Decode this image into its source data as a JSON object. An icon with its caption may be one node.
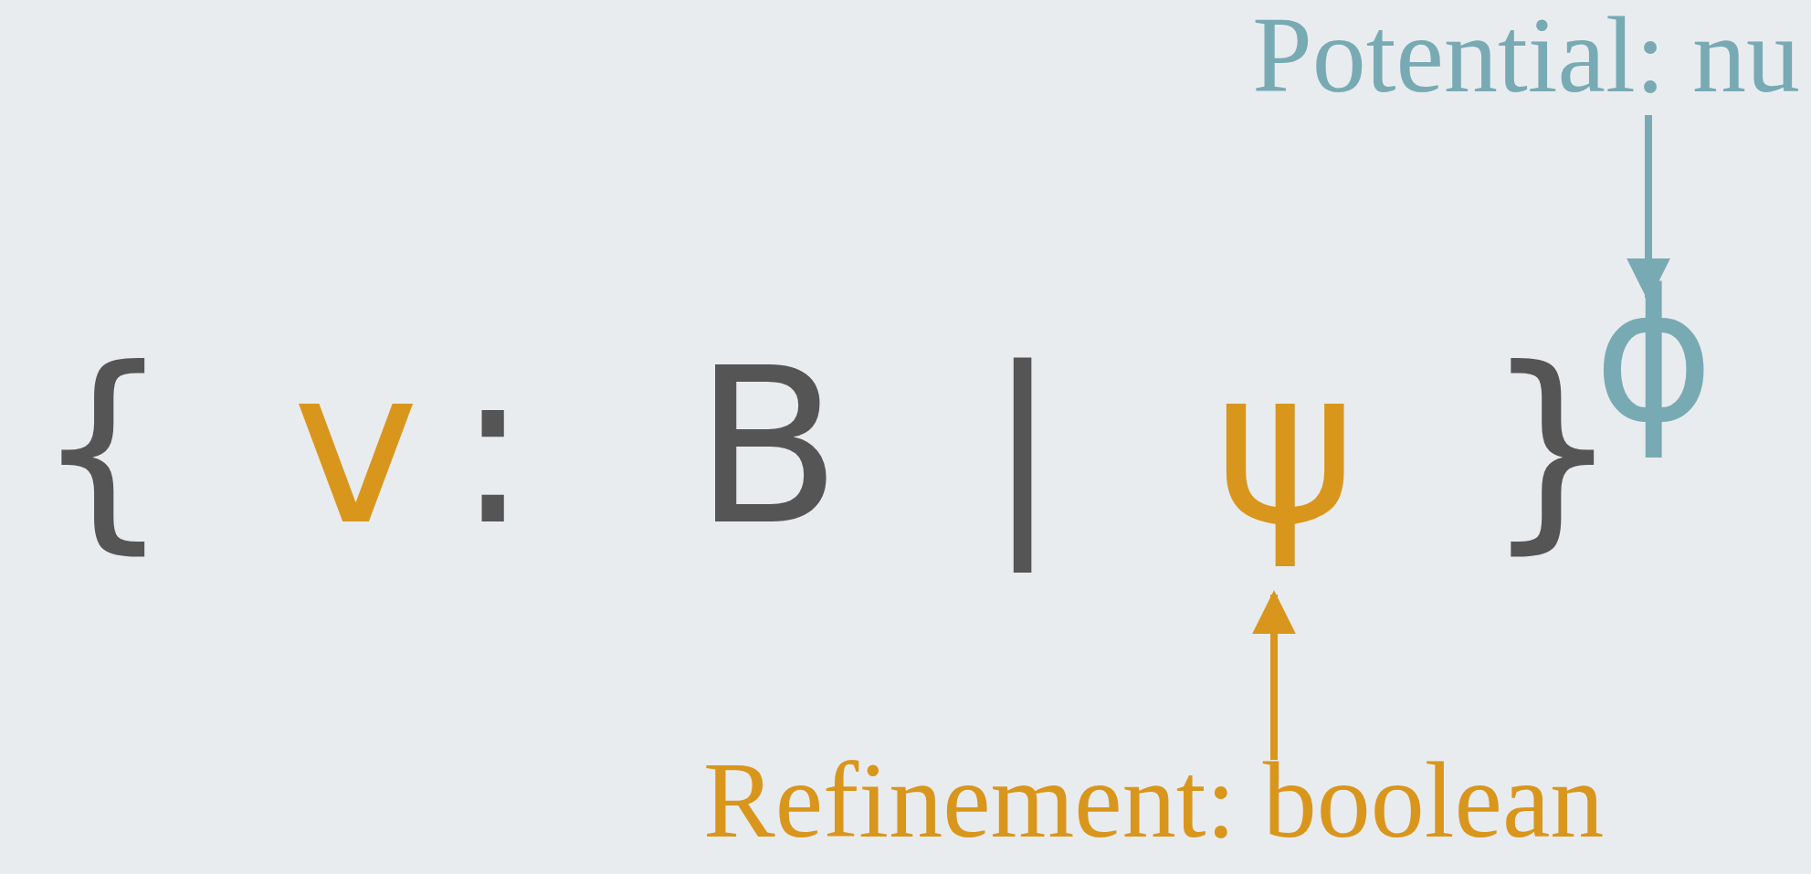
{
  "diagram": {
    "nodes": [
      {
        "text": [
          "Potential: nu"
        ]
      },
      {
        "text": [
          "ϕ"
        ]
      },
      {
        "text": [
          "ψ"
        ]
      },
      {
        "text": [
          "Refinement: boolean"
        ]
      }
    ],
    "edges": [
      {
        "from": 0,
        "to": 1,
        "arrow": "to",
        "color": "#78aab4"
      },
      {
        "from": 3,
        "to": 2,
        "arrow": "to",
        "color": "#d9961c"
      }
    ],
    "labels": [
      "{",
      "v",
      ":",
      "B",
      "|",
      "}"
    ]
  }
}
